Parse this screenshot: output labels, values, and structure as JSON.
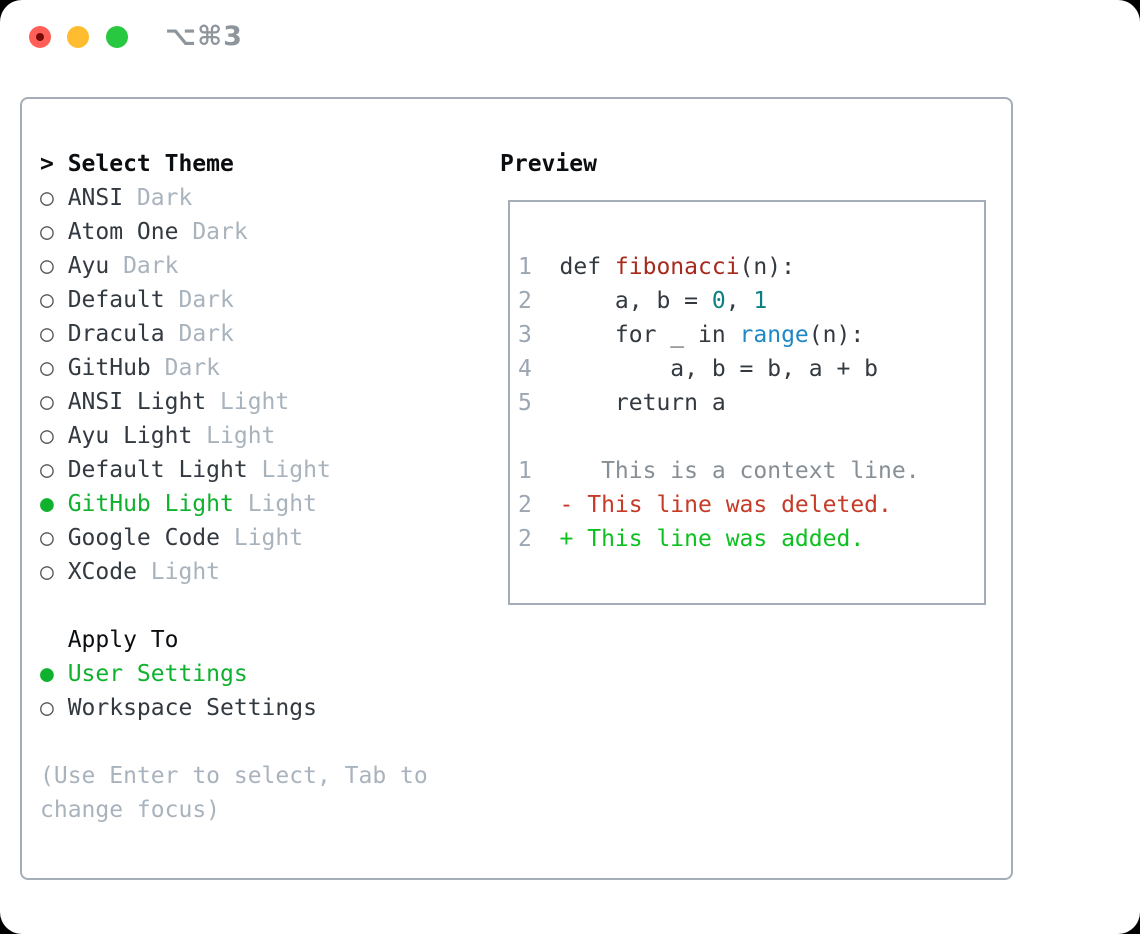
{
  "window": {
    "title": "⌥⌘3",
    "traffic_lights": [
      {
        "name": "close",
        "color": "#ff5f57",
        "dot_color": "#750c06"
      },
      {
        "name": "minimize",
        "color": "#febc2e"
      },
      {
        "name": "zoom",
        "color": "#28c840"
      }
    ]
  },
  "theme_panel": {
    "heading_prefix": ">",
    "heading": "Select Theme",
    "bullet_selected": "●",
    "bullet_unselected": "○",
    "items": [
      {
        "name": "ANSI",
        "tag": "Dark",
        "selected": false
      },
      {
        "name": "Atom One",
        "tag": "Dark",
        "selected": false
      },
      {
        "name": "Ayu",
        "tag": "Dark",
        "selected": false
      },
      {
        "name": "Default",
        "tag": "Dark",
        "selected": false
      },
      {
        "name": "Dracula",
        "tag": "Dark",
        "selected": false
      },
      {
        "name": "GitHub",
        "tag": "Dark",
        "selected": false
      },
      {
        "name": "ANSI Light",
        "tag": "Light",
        "selected": false
      },
      {
        "name": "Ayu Light",
        "tag": "Light",
        "selected": false
      },
      {
        "name": "Default Light",
        "tag": "Light",
        "selected": false
      },
      {
        "name": "GitHub Light",
        "tag": "Light",
        "selected": true
      },
      {
        "name": "Google Code",
        "tag": "Light",
        "selected": false
      },
      {
        "name": "XCode",
        "tag": "Light",
        "selected": false
      }
    ],
    "apply_to": {
      "heading": "Apply To",
      "options": [
        {
          "name": "User Settings",
          "selected": true
        },
        {
          "name": "Workspace Settings",
          "selected": false
        }
      ]
    },
    "hint_lines": [
      "(Use Enter to select, Tab to",
      "change focus)"
    ]
  },
  "preview": {
    "heading": "Preview",
    "code_lines": [
      {
        "num": "1",
        "segments": [
          {
            "t": "def ",
            "c": "code"
          },
          {
            "t": "fibonacci",
            "c": "function"
          },
          {
            "t": "(n):",
            "c": "code"
          }
        ]
      },
      {
        "num": "2",
        "segments": [
          {
            "t": "    a, b = ",
            "c": "code"
          },
          {
            "t": "0",
            "c": "number"
          },
          {
            "t": ", ",
            "c": "code"
          },
          {
            "t": "1",
            "c": "number"
          }
        ]
      },
      {
        "num": "3",
        "segments": [
          {
            "t": "    for _ in ",
            "c": "code"
          },
          {
            "t": "range",
            "c": "builtin"
          },
          {
            "t": "(n):",
            "c": "code"
          }
        ]
      },
      {
        "num": "4",
        "segments": [
          {
            "t": "        a, b = b, a + b",
            "c": "code"
          }
        ]
      },
      {
        "num": "5",
        "segments": [
          {
            "t": "    return a",
            "c": "code"
          }
        ]
      }
    ],
    "diff_lines": [
      {
        "num": "1",
        "segments": [
          {
            "t": "   This is a context line.",
            "c": "context"
          }
        ]
      },
      {
        "num": "2",
        "segments": [
          {
            "t": "- This line was deleted.",
            "c": "deleted"
          }
        ]
      },
      {
        "num": "2",
        "segments": [
          {
            "t": "+ This line was added.",
            "c": "added"
          }
        ]
      }
    ]
  },
  "colors": {
    "accent_green": "#10b12e",
    "added_green": "#0cc11f",
    "deleted_red": "#c53b27",
    "function_red": "#a62a1d",
    "number_teal": "#0c7f82",
    "builtin_blue": "#1f87c4",
    "context_gray": "#878f96",
    "line_number_gray": "#9ba6b2",
    "item_text": "#333940",
    "tag_gray": "#a9b3bd",
    "hint_gray": "#a9b3bd",
    "border_gray": "#a5aeb8",
    "title_gray": "#8f959c",
    "traffic_red": "#ff5f57",
    "traffic_red_dot": "#750c06",
    "traffic_yellow": "#febc2e",
    "traffic_green": "#28c840"
  }
}
